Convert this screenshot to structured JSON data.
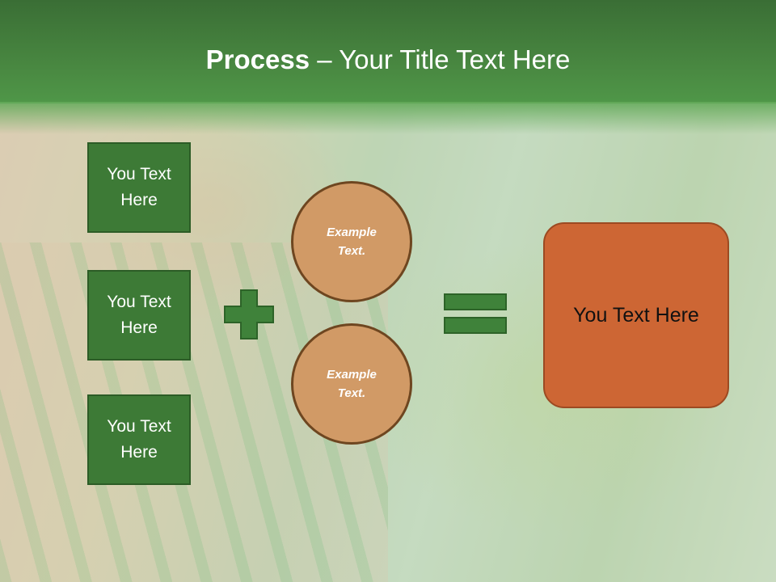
{
  "title": {
    "bold": "Process",
    "rest": " – Your Title Text Here"
  },
  "left_boxes": [
    {
      "label": "You Text Here"
    },
    {
      "label": "You Text Here"
    },
    {
      "label": "You Text Here"
    }
  ],
  "operators": {
    "plus": "plus-icon",
    "equals": "equals-icon"
  },
  "circles": [
    {
      "label": "Example Text."
    },
    {
      "label": "Example Text."
    }
  ],
  "result": {
    "label": "You Text Here"
  },
  "colors": {
    "header": "#3d7a36",
    "box": "#3d7a36",
    "circle": "#d19a66",
    "result": "#cd6634"
  }
}
